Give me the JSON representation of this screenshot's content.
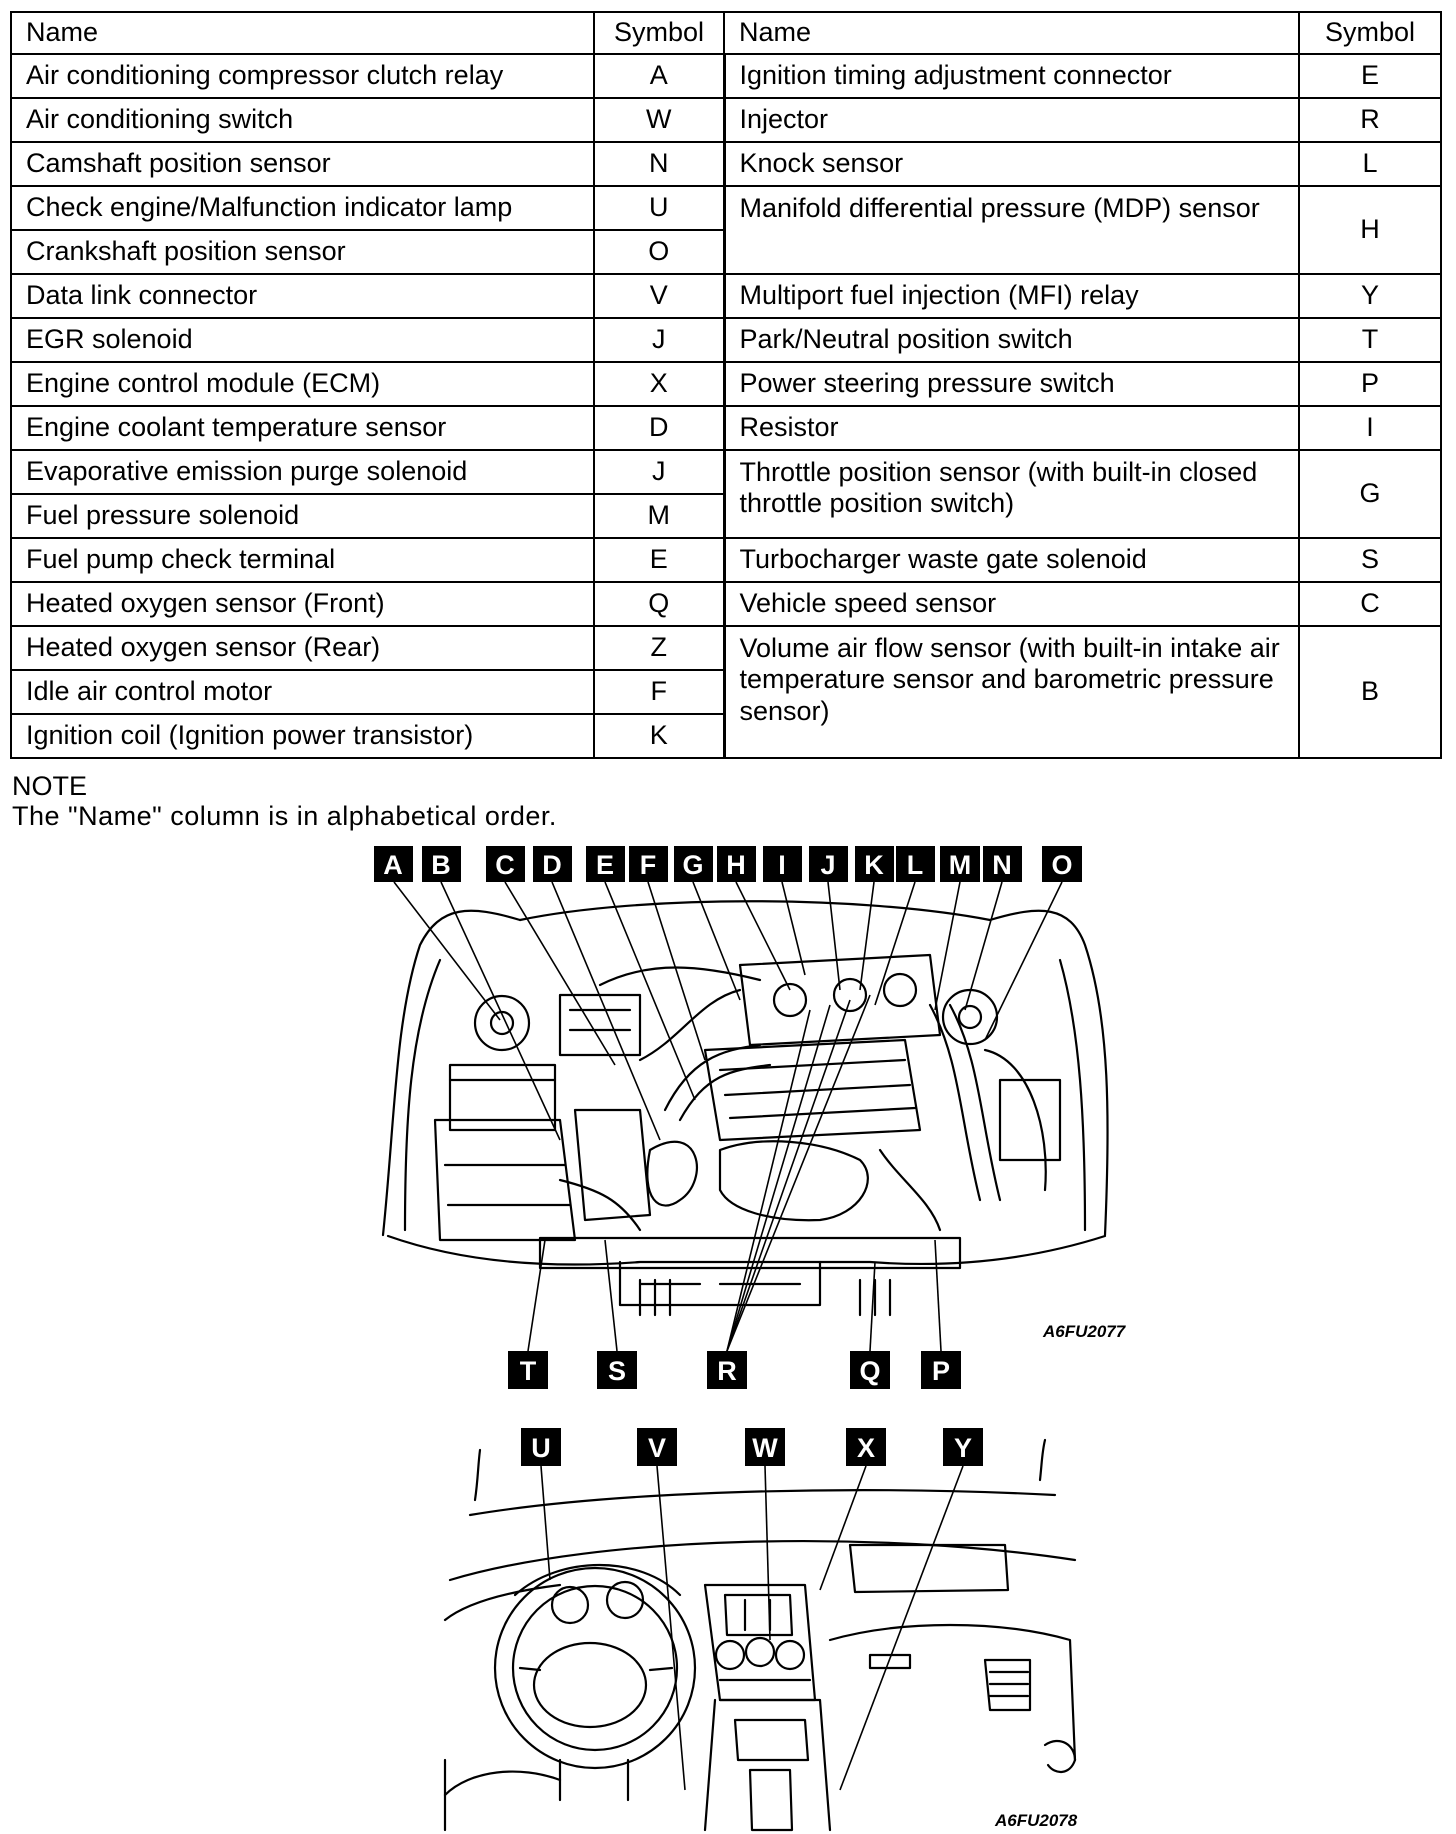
{
  "table": {
    "headers": {
      "name_left": "Name",
      "symbol_left": "Symbol",
      "name_right": "Name",
      "symbol_right": "Symbol"
    },
    "left": [
      {
        "name": "Air conditioning compressor clutch relay",
        "symbol": "A"
      },
      {
        "name": "Air conditioning switch",
        "symbol": "W"
      },
      {
        "name": "Camshaft position sensor",
        "symbol": "N"
      },
      {
        "name": "Check engine/Malfunction indicator lamp",
        "symbol": "U"
      },
      {
        "name": "Crankshaft position sensor",
        "symbol": "O"
      },
      {
        "name": "Data link connector",
        "symbol": "V"
      },
      {
        "name": "EGR solenoid",
        "symbol": "J"
      },
      {
        "name": "Engine control module (ECM)",
        "symbol": "X"
      },
      {
        "name": "Engine coolant temperature sensor",
        "symbol": "D"
      },
      {
        "name": "Evaporative emission purge solenoid",
        "symbol": "J"
      },
      {
        "name": "Fuel pressure solenoid",
        "symbol": "M"
      },
      {
        "name": "Fuel pump check terminal",
        "symbol": "E"
      },
      {
        "name": "Heated oxygen sensor (Front)",
        "symbol": "Q"
      },
      {
        "name": "Heated oxygen sensor (Rear)",
        "symbol": "Z"
      },
      {
        "name": "Idle air control motor",
        "symbol": "F"
      },
      {
        "name": "Ignition coil (Ignition power transistor)",
        "symbol": "K"
      }
    ],
    "right": [
      {
        "name": "Ignition timing adjustment connector",
        "symbol": "E"
      },
      {
        "name": "Injector",
        "symbol": "R"
      },
      {
        "name": "Knock sensor",
        "symbol": "L"
      },
      {
        "name": "Manifold differential pressure (MDP) sensor",
        "symbol": "H"
      },
      {
        "name": "Multiport fuel injection (MFI) relay",
        "symbol": "Y"
      },
      {
        "name": "Park/Neutral position switch",
        "symbol": "T"
      },
      {
        "name": "Power steering pressure switch",
        "symbol": "P"
      },
      {
        "name": "Resistor",
        "symbol": "I"
      },
      {
        "name": "Throttle position sensor (with built-in closed throttle position switch)",
        "symbol": "G"
      },
      {
        "name": "Turbocharger waste gate solenoid",
        "symbol": "S"
      },
      {
        "name": "Vehicle speed sensor",
        "symbol": "C"
      },
      {
        "name": "Volume air flow sensor (with built-in intake air temperature sensor and barometric pressure sensor)",
        "symbol": "B"
      }
    ]
  },
  "note": {
    "heading": "NOTE",
    "text": "The \"Name\" column is in alphabetical order."
  },
  "engine_bay": {
    "top_labels": [
      "A",
      "B",
      "C",
      "D",
      "E",
      "F",
      "G",
      "H",
      "I",
      "J",
      "K",
      "L",
      "M",
      "N",
      "O"
    ],
    "bottom_labels": [
      "T",
      "S",
      "R",
      "Q",
      "P"
    ],
    "figure_code": "A6FU2077"
  },
  "dashboard": {
    "labels": [
      "U",
      "V",
      "W",
      "X",
      "Y"
    ],
    "figure_code": "A6FU2078"
  }
}
